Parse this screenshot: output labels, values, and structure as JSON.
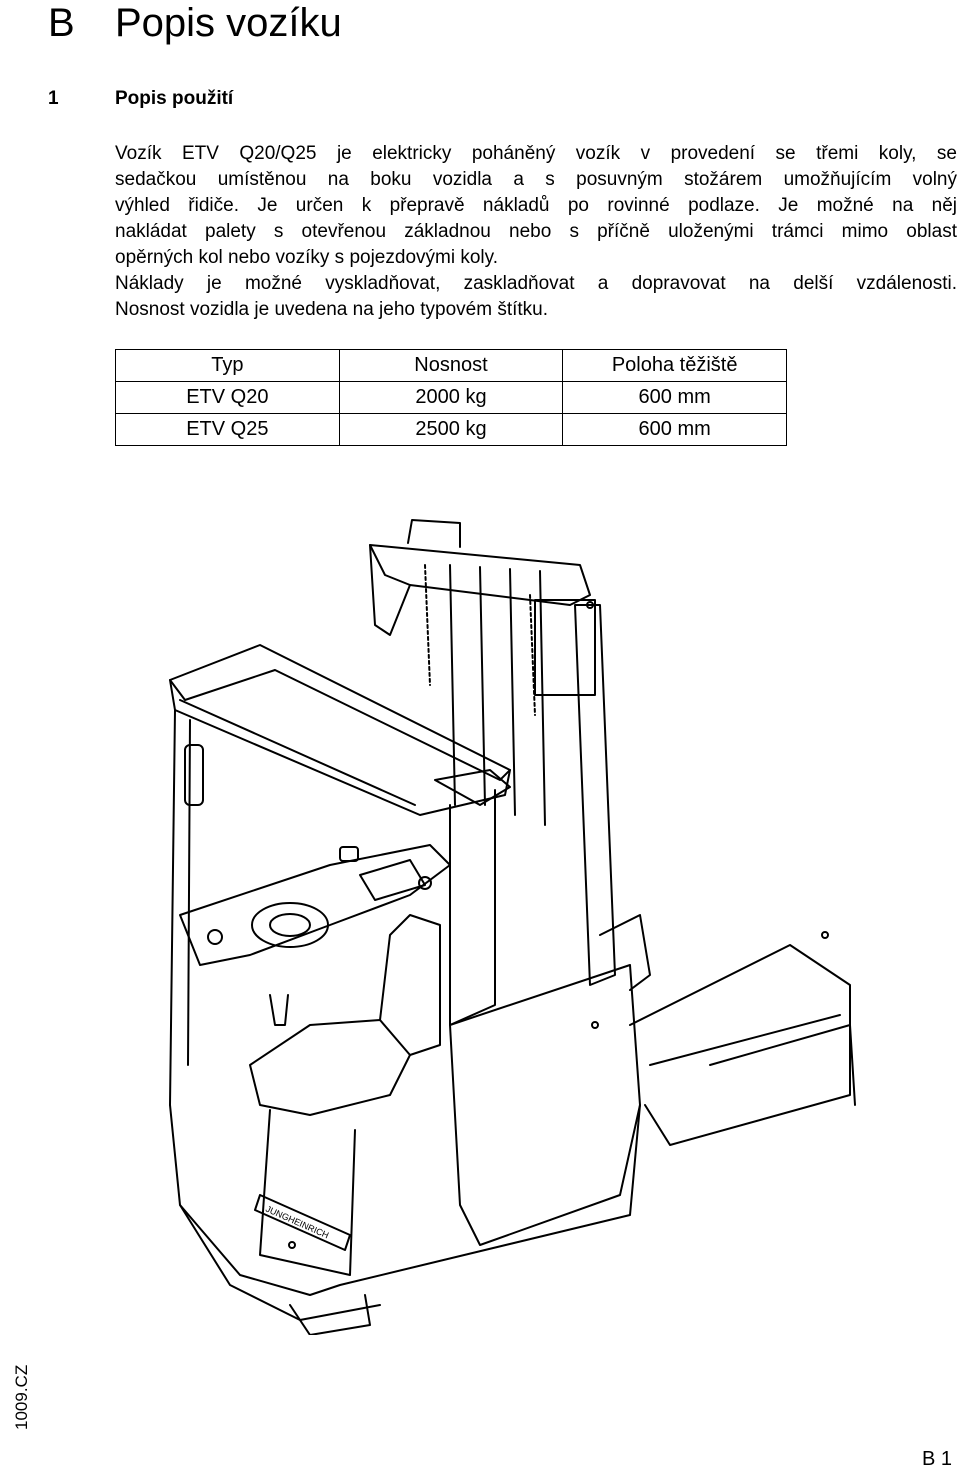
{
  "header": {
    "chapter_letter": "B",
    "chapter_title": "Popis vozíku"
  },
  "section": {
    "number": "1",
    "title": "Popis použití"
  },
  "paragraph_lines": [
    "Vozík ETV Q20/Q25 je elektricky poháněný vozík v provedení se třemi koly, se",
    "sedačkou umístěnou na boku vozidla a s posuvným stožárem umožňujícím volný",
    "výhled řidiče. Je určen k přepravě nákladů po rovinné podlaze. Je možné na něj",
    "nakládat palety s otevřenou základnou nebo s příčně uloženými trámci mimo oblast",
    "opěrných kol nebo vozíky s pojezdovými koly.",
    "Náklady je možné vyskladňovat, zaskladňovat a dopravovat na delší vzdálenosti.",
    "Nosnost vozidla je uvedena na jeho typovém štítku."
  ],
  "table": {
    "headers": [
      "Typ",
      "Nosnost",
      "Poloha těžiště"
    ],
    "rows": [
      [
        "ETV Q20",
        "2000 kg",
        "600 mm"
      ],
      [
        "ETV Q25",
        "2500 kg",
        "600 mm"
      ]
    ]
  },
  "figure": {
    "brand_text": "JUNGHEINRICH",
    "subject": "reach-truck-drawing"
  },
  "footer": {
    "code": "1009.CZ",
    "page_number": "B 1"
  }
}
